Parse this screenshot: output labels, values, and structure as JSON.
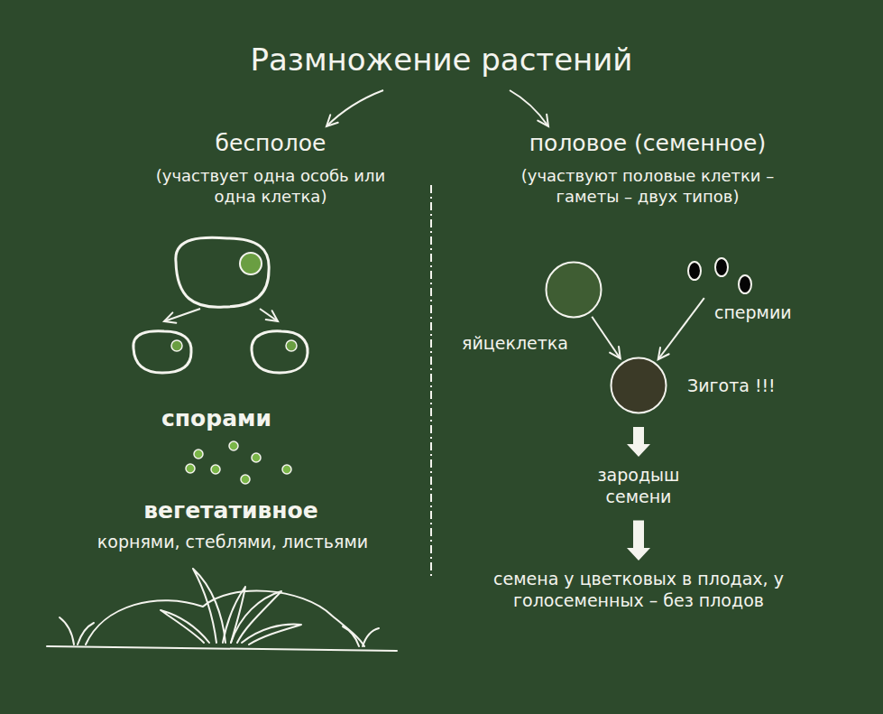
{
  "diagram": {
    "title": "Размножение растений",
    "nodes": [
      {
        "text": [
          "бесполое",
          "(участвует одна особь или одна клетка)"
        ]
      },
      {
        "text": [
          "половое (семенное)",
          "(участвуют половые клетки – гаметы – двух типов)"
        ]
      },
      {
        "text": [
          "яйцеклетка"
        ]
      },
      {
        "text": [
          "спермии"
        ]
      },
      {
        "text": [
          "Зигота !!!"
        ]
      },
      {
        "text": [
          "зародыш семени"
        ]
      },
      {
        "text": [
          "семена у цветковых в плодах, у голосеменных – без плодов"
        ]
      }
    ],
    "edges": [
      {
        "from": 2,
        "to": 4,
        "arrow": "to"
      },
      {
        "from": 3,
        "to": 4,
        "arrow": "to"
      },
      {
        "from": 4,
        "to": 5,
        "arrow": "to"
      },
      {
        "from": 5,
        "to": 6,
        "arrow": "to"
      }
    ],
    "labels": [
      "спорами",
      "вегетативное",
      "корнями, стеблями, листьями"
    ]
  }
}
